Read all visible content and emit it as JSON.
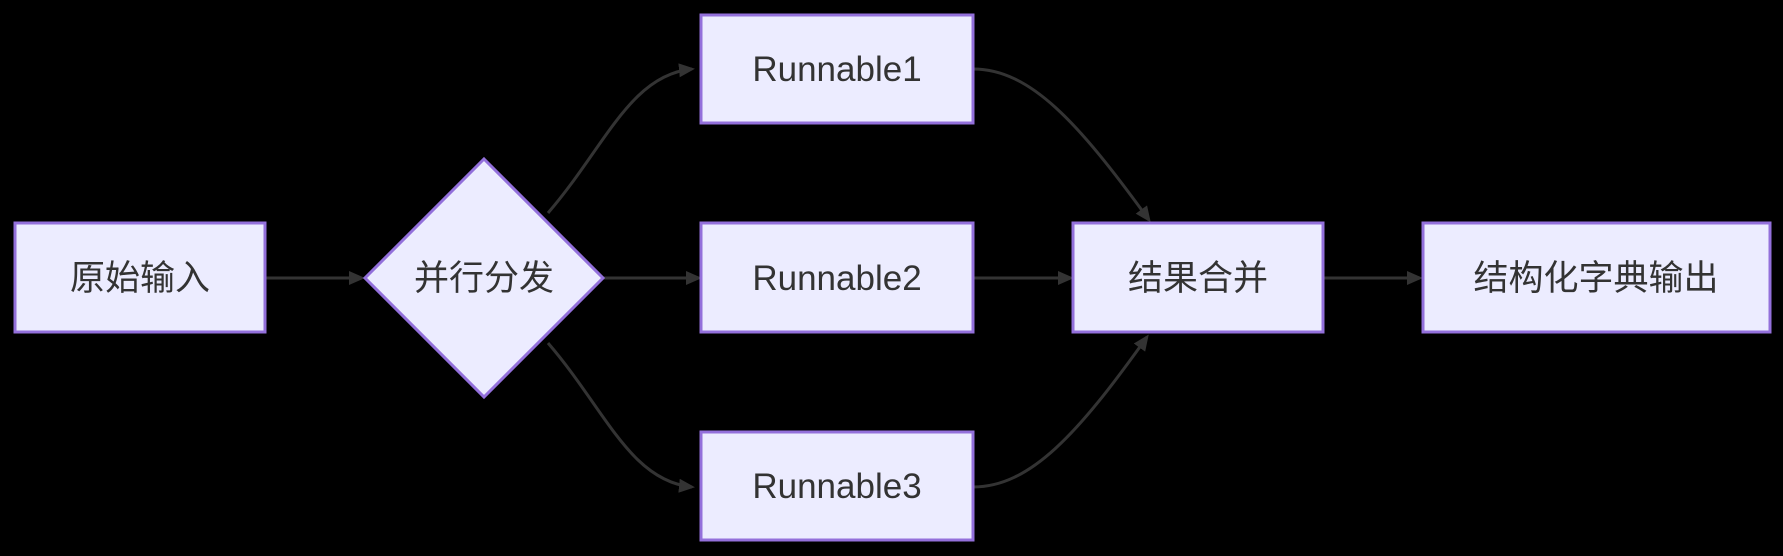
{
  "diagram": {
    "type": "flowchart",
    "direction": "left-to-right",
    "nodes": [
      {
        "shape": "rectangle",
        "label": "原始输入"
      },
      {
        "shape": "diamond",
        "label": "并行分发"
      },
      {
        "shape": "rectangle",
        "label": "Runnable1"
      },
      {
        "shape": "rectangle",
        "label": "Runnable2"
      },
      {
        "shape": "rectangle",
        "label": "Runnable3"
      },
      {
        "shape": "rectangle",
        "label": "结果合并"
      },
      {
        "shape": "rectangle",
        "label": "结构化字典输出"
      }
    ],
    "edges": [
      {
        "from": "原始输入",
        "to": "并行分发"
      },
      {
        "from": "并行分发",
        "to": "Runnable1"
      },
      {
        "from": "并行分发",
        "to": "Runnable2"
      },
      {
        "from": "并行分发",
        "to": "Runnable3"
      },
      {
        "from": "Runnable1",
        "to": "结果合并"
      },
      {
        "from": "Runnable2",
        "to": "结果合并"
      },
      {
        "from": "Runnable3",
        "to": "结果合并"
      },
      {
        "from": "结果合并",
        "to": "结构化字典输出"
      }
    ],
    "colors": {
      "background": "#000000",
      "node_fill": "#ECECFF",
      "node_border": "#9370DB",
      "edge": "#333333",
      "text": "#333333"
    }
  }
}
